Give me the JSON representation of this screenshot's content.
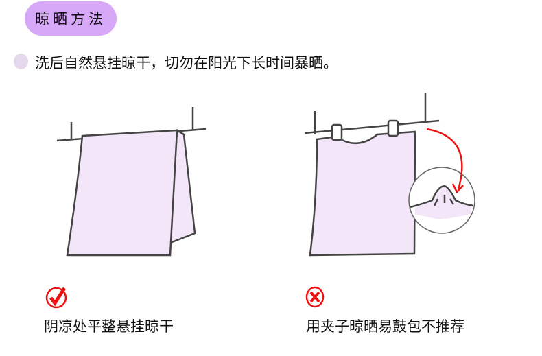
{
  "section_title": "晾晒方法",
  "note": "洗后自然悬挂晾干，切勿在阳光下长时间暴晒。",
  "good": {
    "icon": "check-circle-icon",
    "caption": "阴凉处平整悬挂晾干"
  },
  "bad": {
    "icon": "x-circle-icon",
    "caption": "用夹子晾晒易鼓包不推荐"
  },
  "colors": {
    "accent": "#d8a8f8",
    "towel": "#f3e6f8",
    "mark": "#ee1111",
    "line": "#444444"
  }
}
